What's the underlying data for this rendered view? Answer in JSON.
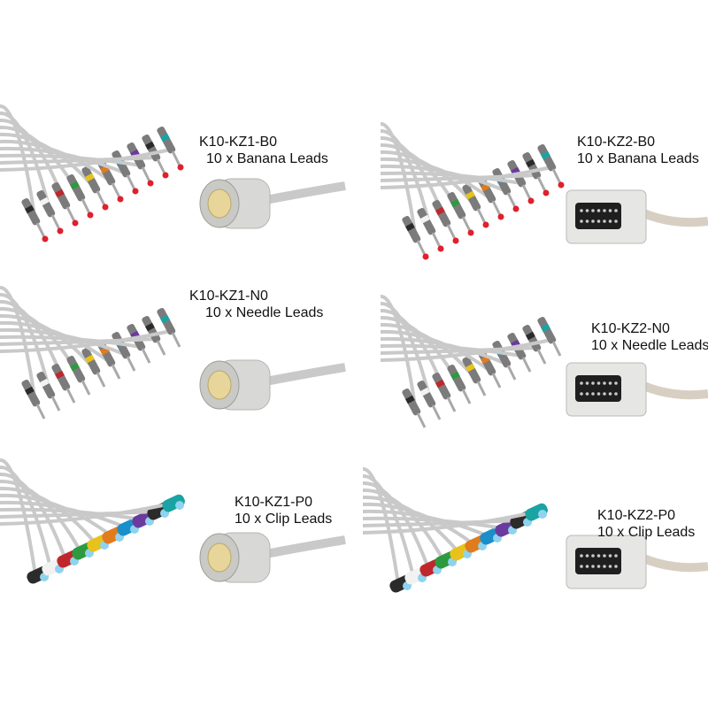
{
  "panels": [
    {
      "id": "p1",
      "model": "K10-KZ1-B0",
      "desc": "10 x Banana Leads",
      "lead": "banana",
      "conn": "round"
    },
    {
      "id": "p2",
      "model": "K10-KZ2-B0",
      "desc": "10 x Banana Leads",
      "lead": "banana",
      "conn": "dsub"
    },
    {
      "id": "p3",
      "model": "K10-KZ1-N0",
      "desc": "10 x Needle Leads",
      "lead": "needle",
      "conn": "round"
    },
    {
      "id": "p4",
      "model": "K10-KZ2-N0",
      "desc": "10 x Needle Leads",
      "lead": "needle",
      "conn": "dsub"
    },
    {
      "id": "p5",
      "model": "K10-KZ1-P0",
      "desc": "10 x Clip Leads",
      "lead": "clip",
      "conn": "round"
    },
    {
      "id": "p6",
      "model": "K10-KZ2-P0",
      "desc": "10 x Clip Leads",
      "lead": "clip",
      "conn": "dsub"
    }
  ],
  "colors": {
    "cable": "#c9c9c9",
    "sleeve": "#7b7b7b",
    "banana_tip": "#e0202c",
    "connector_body": "#d8d8d6",
    "lead_markers": [
      "#2b2b2b",
      "#f2f2f2",
      "#c0272d",
      "#2e9a3f",
      "#e8c21c",
      "#e07b1e",
      "#1b8fc9",
      "#6b3a9e",
      "#2b2b2b",
      "#1aa3a3"
    ]
  }
}
